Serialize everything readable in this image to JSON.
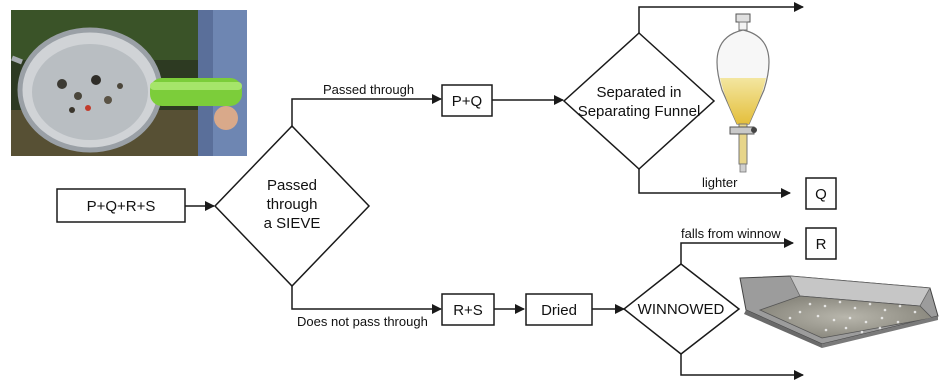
{
  "diagram": {
    "start_box": "P+Q+R+S",
    "sieve_decision": {
      "line1": "Passed",
      "line2": "through",
      "line3": "a SIEVE"
    },
    "branch_passed": "Passed through",
    "branch_not_passed": "Does not pass through",
    "pq_box": "P+Q",
    "funnel_decision": {
      "line1": "Separated in",
      "line2": "Separating Funnel"
    },
    "lighter_label": "lighter",
    "q_box": "Q",
    "rs_box": "R+S",
    "dried_box": "Dried",
    "winnow_decision": "WINNOWED",
    "falls_label": "falls from winnow",
    "r_box": "R"
  },
  "illustrations": {
    "top_left_photo": "sieve-photo",
    "funnel": "separating-funnel-icon",
    "winnow": "winnowing-tray-icon"
  },
  "colors": {
    "line": "#1a1a1a",
    "funnel_liquid": "#e8c84a",
    "tube_green": "#7ccd3a"
  }
}
